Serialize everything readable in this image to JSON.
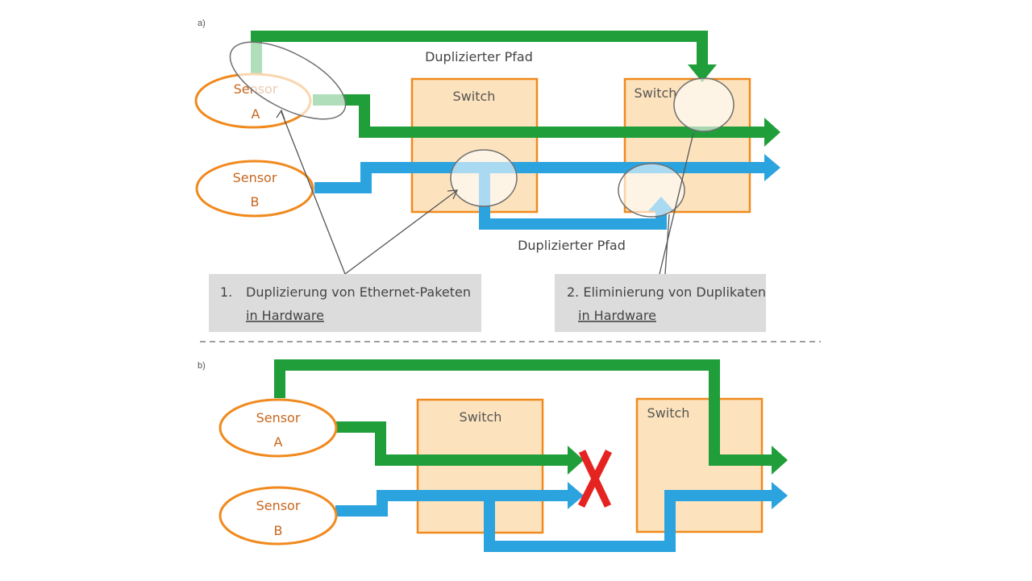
{
  "colors": {
    "green": "#1f9e3a",
    "blue": "#2ba3df",
    "orange": "#f08a1e",
    "switch_fill": "#fde3bd",
    "note_fill": "#dcdcdc",
    "cross": "#e52421",
    "sensor_text": "#c8661c"
  },
  "panel_a": {
    "label": "a)",
    "top_path_label": "Duplizierter Pfad",
    "bottom_path_label": "Duplizierter Pfad",
    "switch_1": "Switch",
    "switch_2": "Switch",
    "sensor_a": {
      "line1": "Sensor",
      "line2": "A"
    },
    "sensor_b": {
      "line1": "Sensor",
      "line2": "B"
    },
    "note_1": {
      "number": "1.",
      "line1": "Duplizierung von Ethernet-Paketen",
      "line2": "in Hardware"
    },
    "note_2": {
      "line1": "2. Eliminierung von Duplikaten",
      "line2": "in Hardware"
    }
  },
  "panel_b": {
    "label": "b)",
    "switch_1": "Switch",
    "switch_2": "Switch",
    "sensor_a": {
      "line1": "Sensor",
      "line2": "A"
    },
    "sensor_b": {
      "line1": "Sensor",
      "line2": "B"
    }
  }
}
